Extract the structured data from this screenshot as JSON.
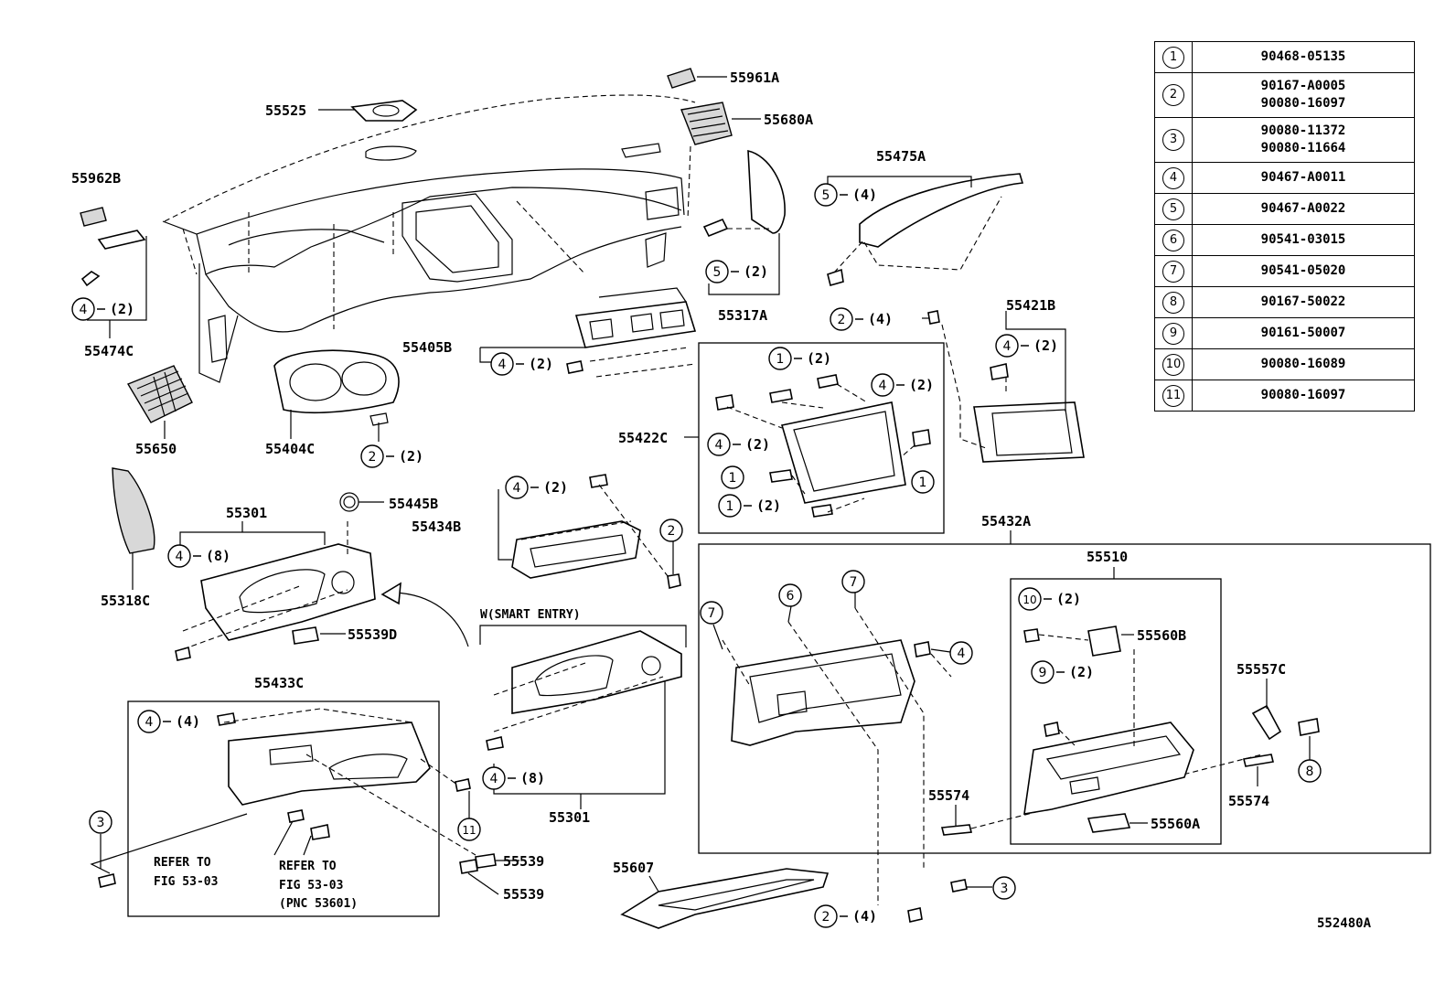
{
  "legend": [
    {
      "num": "1",
      "parts": [
        "90468-05135"
      ]
    },
    {
      "num": "2",
      "parts": [
        "90167-A0005",
        "90080-16097"
      ]
    },
    {
      "num": "3",
      "parts": [
        "90080-11372",
        "90080-11664"
      ]
    },
    {
      "num": "4",
      "parts": [
        "90467-A0011"
      ]
    },
    {
      "num": "5",
      "parts": [
        "90467-A0022"
      ]
    },
    {
      "num": "6",
      "parts": [
        "90541-03015"
      ]
    },
    {
      "num": "7",
      "parts": [
        "90541-05020"
      ]
    },
    {
      "num": "8",
      "parts": [
        "90167-50022"
      ]
    },
    {
      "num": "9",
      "parts": [
        "90161-50007"
      ]
    },
    {
      "num": "10",
      "parts": [
        "90080-16089"
      ]
    },
    {
      "num": "11",
      "parts": [
        "90080-16097"
      ]
    }
  ],
  "parts": {
    "p55961A": "55961A",
    "p55525": "55525",
    "p55680A": "55680A",
    "p55962B": "55962B",
    "p55475A": "55475A",
    "p55317A": "55317A",
    "p55474C": "55474C",
    "p55405B": "55405B",
    "p55421B": "55421B",
    "p55650": "55650",
    "p55404C": "55404C",
    "p55422C": "55422C",
    "p55301a": "55301",
    "p55445B": "55445B",
    "p55434B": "55434B",
    "p55318C": "55318C",
    "p55539D": "55539D",
    "p55432A": "55432A",
    "p55510": "55510",
    "p55560B": "55560B",
    "p55557C": "55557C",
    "p55433C": "55433C",
    "p55301b": "55301",
    "p55574a": "55574",
    "p55574b": "55574",
    "p55560A": "55560A",
    "p55539a": "55539",
    "p55539b": "55539",
    "p55607": "55607"
  },
  "qty": {
    "q2": "(2)",
    "q4": "(4)",
    "q8": "(8)"
  },
  "notes": {
    "smart_entry": "W(SMART ENTRY)",
    "refer1_l1": "REFER TO",
    "refer1_l2": "FIG 53-03",
    "refer2_l1": "REFER TO",
    "refer2_l2": "FIG 53-03",
    "refer2_l3": "(PNC 53601)"
  },
  "figure_id": "552480A"
}
